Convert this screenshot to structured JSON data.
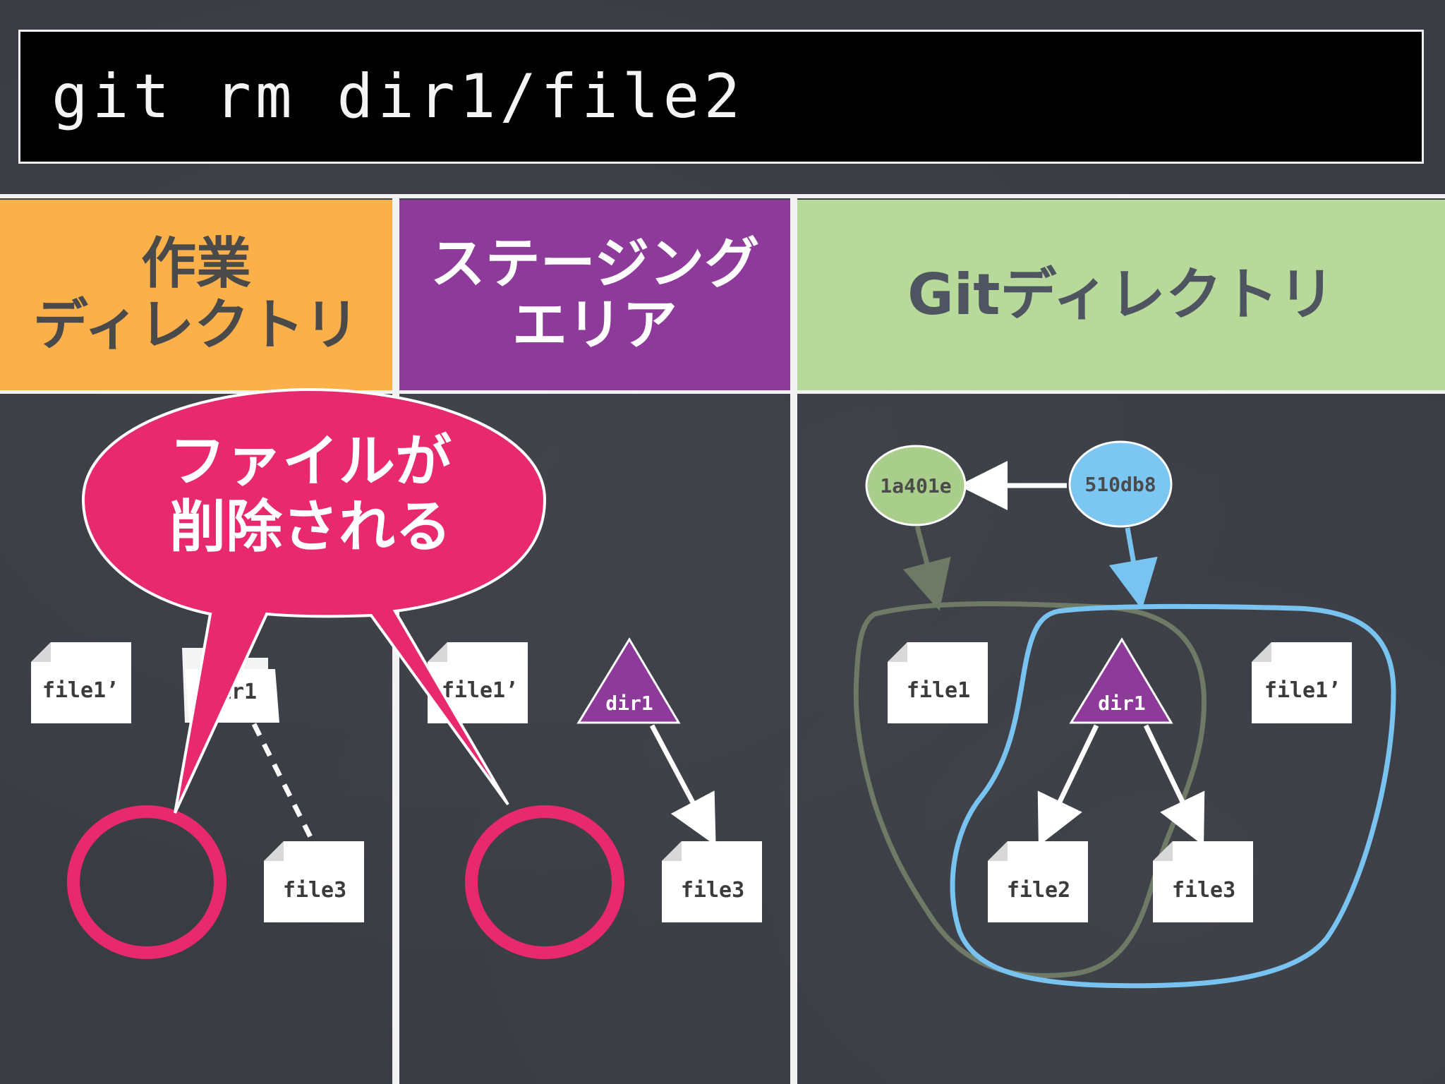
{
  "command": "git rm dir1/file2",
  "columns": {
    "working": {
      "line1": "作業",
      "line2": "ディレクトリ"
    },
    "staging": {
      "line1": "ステージング",
      "line2": "エリア"
    },
    "git": {
      "title": "Gitディレクトリ"
    }
  },
  "callout": {
    "line1": "ファイルが",
    "line2": "削除される"
  },
  "working_area": {
    "file1": "file1’",
    "dir": "dir1",
    "file3": "file3"
  },
  "staging_area": {
    "file1": "file1’",
    "dir": "dir1",
    "file3": "file3"
  },
  "git_area": {
    "commit_old": "1a401e",
    "commit_new": "510db8",
    "file1": "file1",
    "dir": "dir1",
    "file1_mod": "file1’",
    "file2": "file2",
    "file3": "file3"
  },
  "colors": {
    "accent_pink": "#e8296e",
    "dir_purple": "#8e3a9a",
    "commit_green": "#a9cd8a",
    "commit_blue": "#7cc6f2",
    "outline_green": "#6e7a66",
    "outline_blue": "#79c3f0"
  }
}
